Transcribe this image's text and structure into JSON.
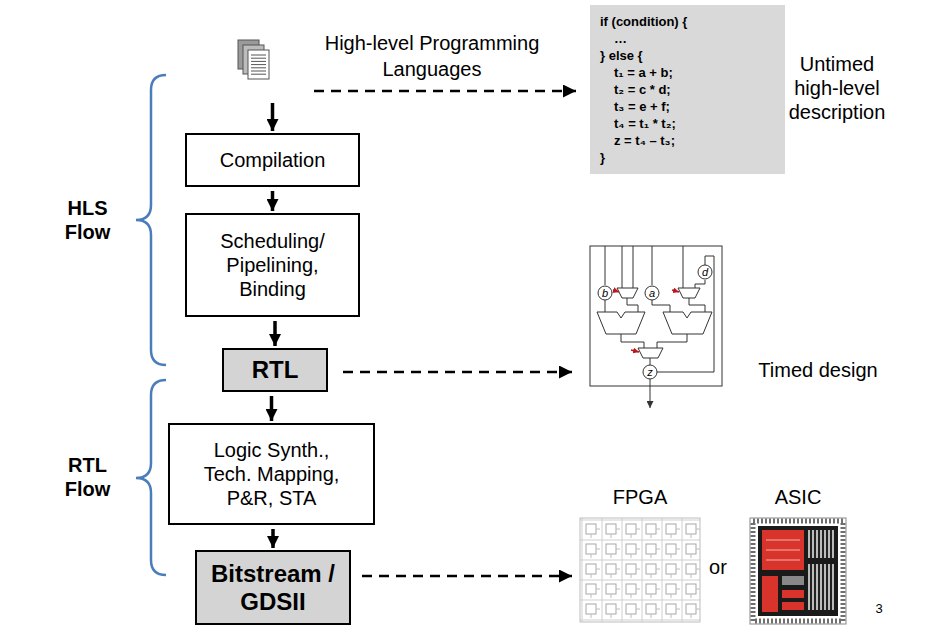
{
  "diagram": {
    "nodes": [
      {
        "text": [
          "High-level Programming Languages"
        ]
      },
      {
        "text": [
          "if (condition) {",
          "…",
          "} else {",
          "t₁ = a + b;",
          "t₂ = c * d;",
          "t₃ = e + f;",
          "t₄ = t₁ * t₂;",
          "z = t₄ – t₃;",
          "}"
        ]
      },
      {
        "text": [
          "Compilation"
        ]
      },
      {
        "text": [
          "Scheduling/ Pipelining, Binding"
        ]
      },
      {
        "text": [
          "RTL"
        ]
      },
      {
        "text": [
          "Logic Synth., Tech. Mapping, P&R, STA"
        ]
      },
      {
        "text": [
          "Bitstream / GDSII"
        ]
      }
    ],
    "edges": [
      {
        "from": 0,
        "to": 2,
        "arrow": "to"
      },
      {
        "from": 0,
        "to": 1,
        "arrow": "to"
      },
      {
        "from": 2,
        "to": 3,
        "arrow": "to"
      },
      {
        "from": 3,
        "to": 4,
        "arrow": "to"
      },
      {
        "from": 4,
        "to": 5,
        "arrow": "to"
      },
      {
        "from": 5,
        "to": 6,
        "arrow": "to"
      }
    ],
    "labels": [
      "HLS Flow",
      "RTL Flow",
      "Untimed high-level description",
      "Timed design",
      "b",
      "a",
      "d",
      "z",
      "FPGA",
      "or",
      "ASIC",
      "3"
    ]
  }
}
